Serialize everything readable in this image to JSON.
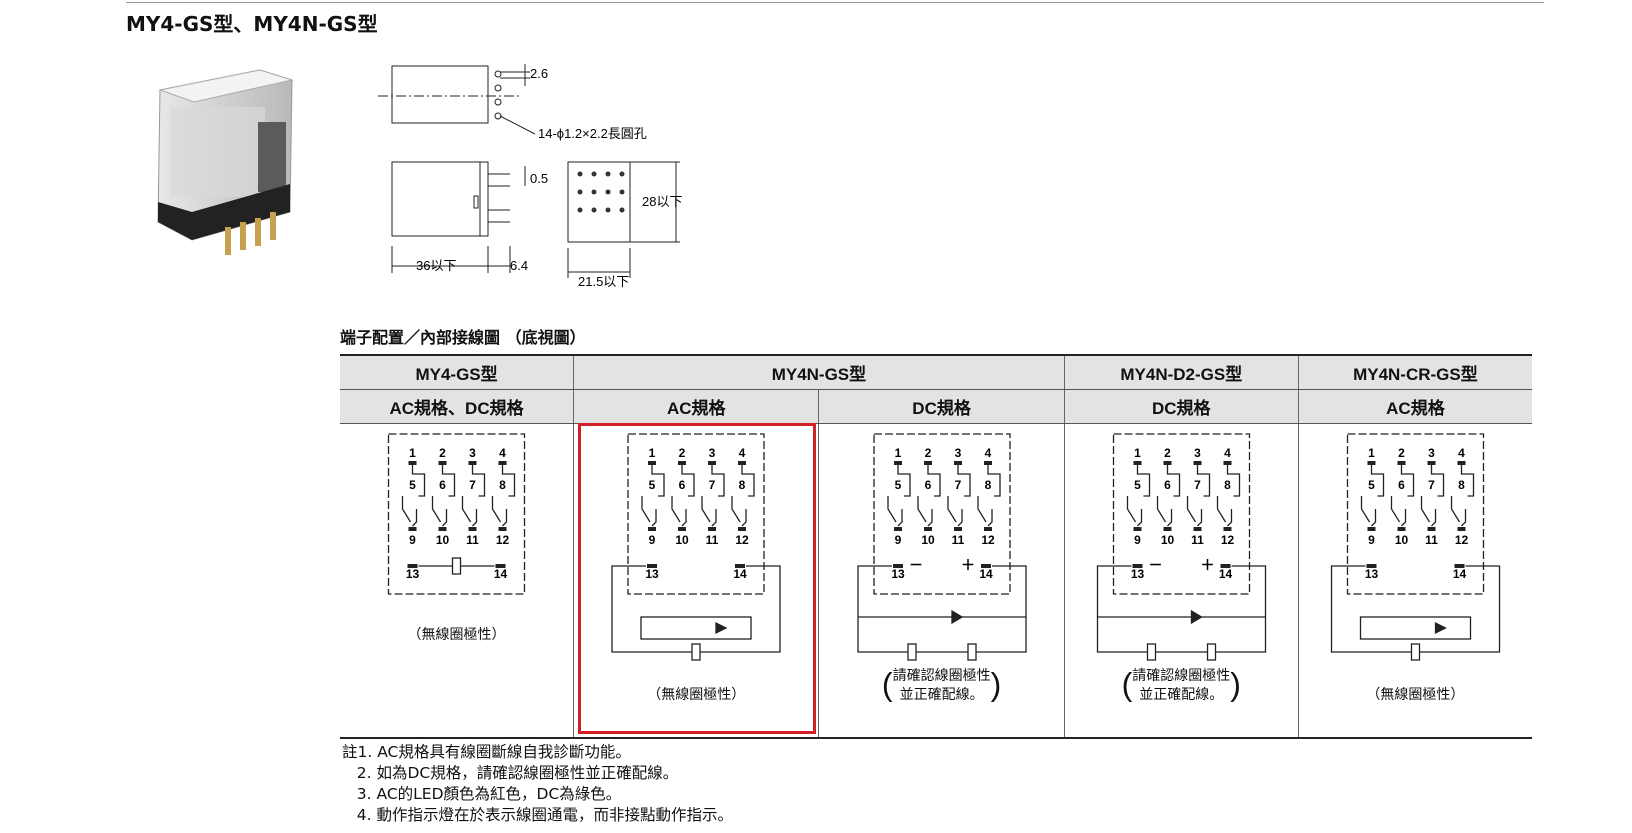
{
  "page": {
    "title": "MY4-GS型、MY4N-GS型"
  },
  "dimensions": {
    "d_top_gap": "2.6",
    "d_hole": "14-ϕ1.2×2.2長圓孔",
    "d_pin_thick": "0.5",
    "d_height": "28以下",
    "d_length": "36以下",
    "d_pin_len": "6.4",
    "d_width": "21.5以下"
  },
  "terminal": {
    "section_title": "端子配置／內部接線圖 （底視圖）",
    "header_row1": [
      "MY4-GS型",
      "MY4N-GS型",
      "MY4N-D2-GS型",
      "MY4N-CR-GS型"
    ],
    "header_row2": [
      "AC規格、DC規格",
      "AC規格",
      "DC規格",
      "DC規格",
      "AC規格"
    ],
    "pins_top": [
      "1",
      "2",
      "3",
      "4"
    ],
    "pins_mid": [
      "5",
      "6",
      "7",
      "8"
    ],
    "pins_bot": [
      "9",
      "10",
      "11",
      "12"
    ],
    "coil_pins": [
      "13",
      "14"
    ],
    "minus": "－",
    "plus": "＋",
    "cap_no_polarity": "（無線圈極性）",
    "cap_dc_line1": "請確認線圈極性",
    "cap_dc_line2": "並正確配線。"
  },
  "notes": [
    "註1. AC規格具有線圈斷線自我診斷功能。",
    "   2. 如為DC規格，請確認線圈極性並正確配線。",
    "   3. AC的LED顏色為紅色，DC為綠色。",
    "   4. 動作指示燈在於表示線圈通電，而非接點動作指示。"
  ]
}
